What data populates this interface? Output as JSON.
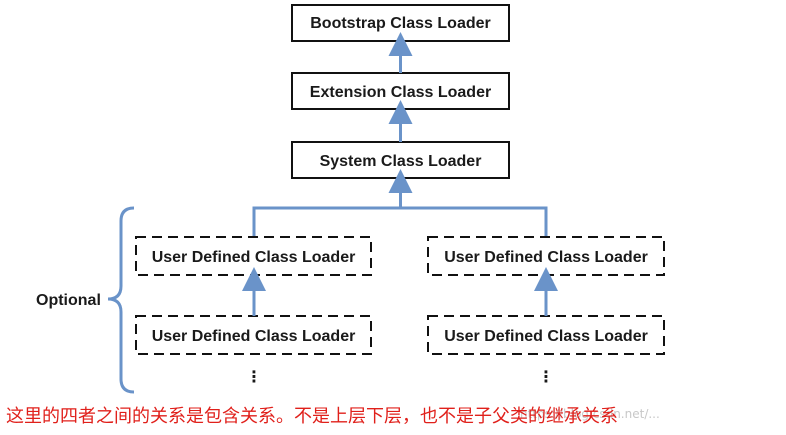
{
  "nodes": {
    "bootstrap": "Bootstrap Class Loader",
    "extension": "Extension Class Loader",
    "system": "System Class Loader",
    "user_left_top": "User Defined Class Loader",
    "user_right_top": "User Defined Class Loader",
    "user_left_bottom": "User Defined Class Loader",
    "user_right_bottom": "User Defined Class Loader"
  },
  "optional_label": "Optional",
  "ellipsis": "⋮",
  "caption": "这里的四者之间的关系是包含关系。不是上层下层，也不是子父类的继承关系",
  "watermark": "https://blog.csdn.net/...",
  "colors": {
    "arrow": "#6a93c9",
    "box_border": "#111111",
    "caption": "#e0201b",
    "watermark": "#c8c8c8"
  }
}
